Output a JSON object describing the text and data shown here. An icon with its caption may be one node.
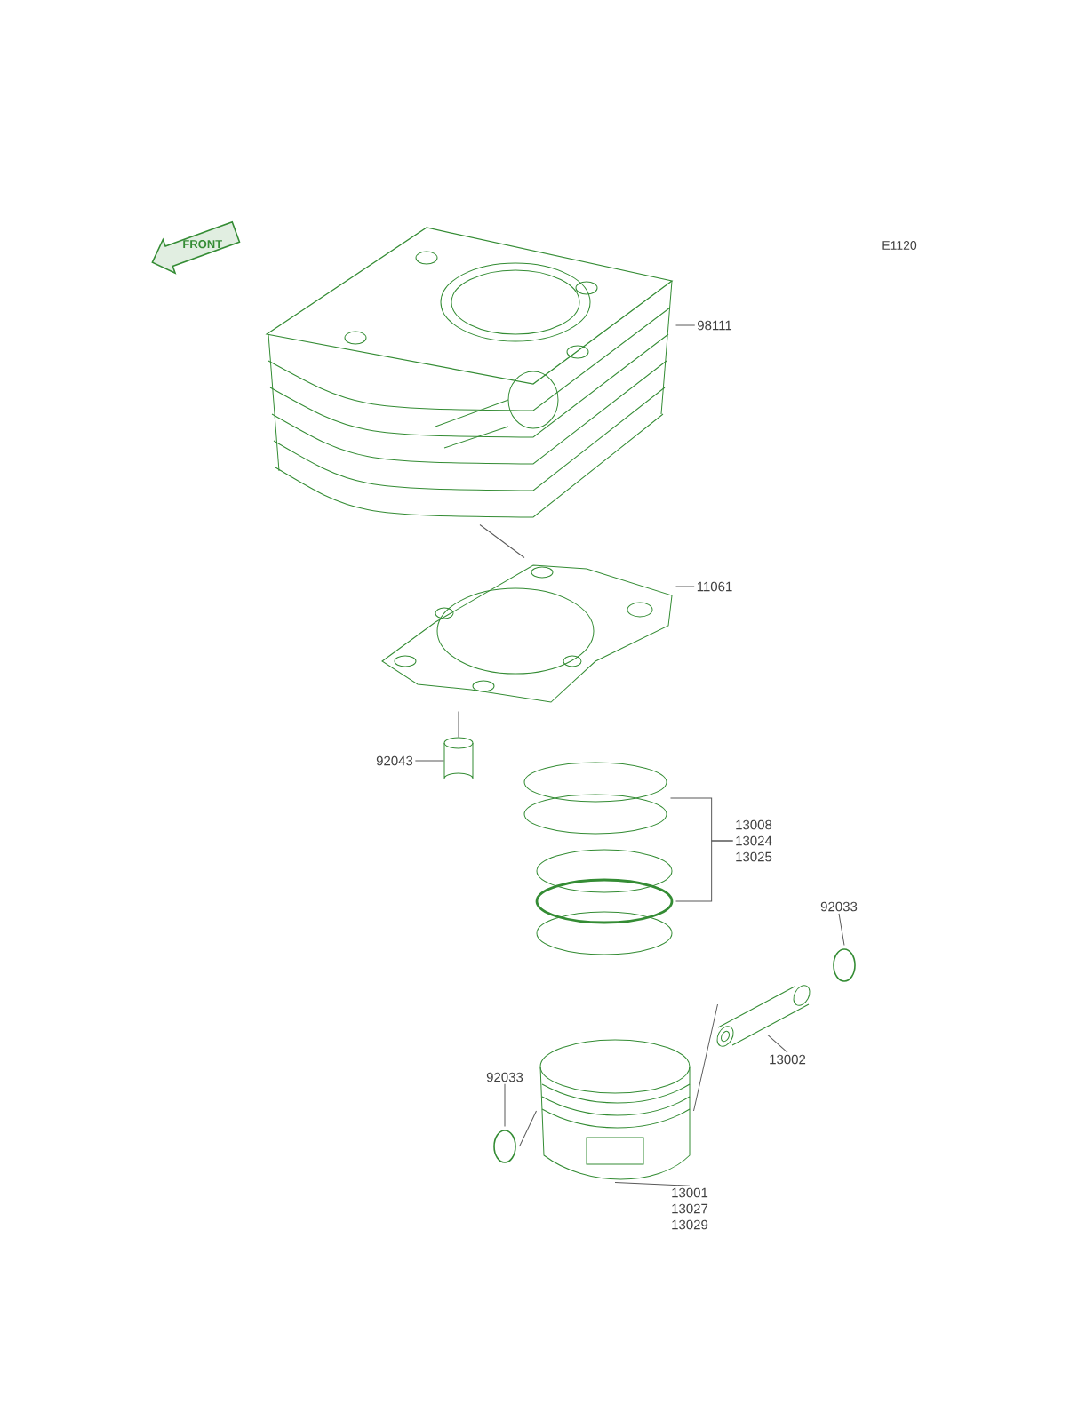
{
  "diagram": {
    "nodes": [
      {
        "text": [
          "98111"
        ]
      },
      {
        "text": [],
        "shape": "picture"
      },
      {
        "text": [
          "11061"
        ]
      },
      {
        "text": [],
        "shape": "picture"
      },
      {
        "text": [
          "92043"
        ]
      },
      {
        "text": [],
        "shape": "picture"
      },
      {
        "text": [
          "13008",
          "13024",
          "13025"
        ]
      },
      {
        "text": [],
        "shape": "ring"
      },
      {
        "text": [],
        "shape": "ring"
      },
      {
        "text": [
          "92033"
        ]
      },
      {
        "text": [],
        "shape": "ring"
      },
      {
        "text": [
          "13002"
        ]
      },
      {
        "text": [],
        "shape": "picture"
      },
      {
        "text": [
          "92033"
        ]
      },
      {
        "text": [],
        "shape": "ring"
      },
      {
        "text": [],
        "shape": "picture"
      },
      {
        "text": [
          "13001",
          "13027",
          "13029"
        ]
      }
    ],
    "edges": [
      {
        "from": 0,
        "to": 1,
        "arrow": "none"
      },
      {
        "from": 1,
        "to": 3,
        "arrow": "none"
      },
      {
        "from": 2,
        "to": 3,
        "arrow": "none"
      },
      {
        "from": 3,
        "to": 5,
        "arrow": "none"
      },
      {
        "from": 4,
        "to": 5,
        "arrow": "none"
      },
      {
        "from": 6,
        "to": 7,
        "arrow": "none"
      },
      {
        "from": 6,
        "to": 8,
        "arrow": "none"
      },
      {
        "from": 9,
        "to": 10,
        "arrow": "none"
      },
      {
        "from": 11,
        "to": 12,
        "arrow": "none"
      },
      {
        "from": 12,
        "to": 15,
        "arrow": "none"
      },
      {
        "from": 13,
        "to": 14,
        "arrow": "none"
      },
      {
        "from": 14,
        "to": 15,
        "arrow": "none"
      },
      {
        "from": 16,
        "to": 15,
        "arrow": "none"
      }
    ],
    "labels": [
      "E1120",
      "FRONT"
    ]
  }
}
